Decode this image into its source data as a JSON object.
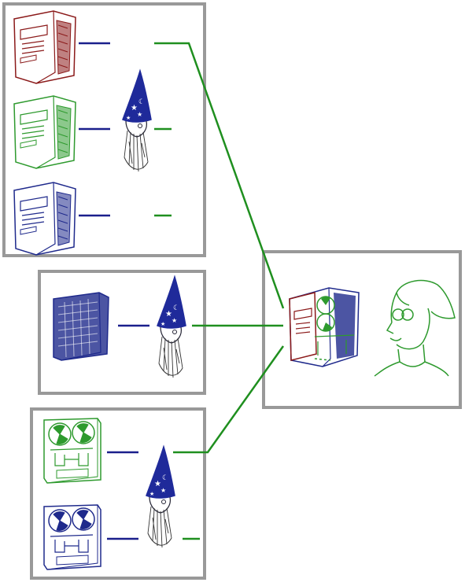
{
  "colors": {
    "frame": "#999999",
    "link_blue": "#1a1f8c",
    "link_green": "#1f8f1f",
    "red": "#8b1a1a",
    "green": "#2e9a2e",
    "blue": "#1f2a8c",
    "wizard_hat": "#1f2a9a",
    "star": "#ffffff"
  },
  "groups": [
    {
      "id": "top-group",
      "sources": [
        {
          "icon": "red-server-icon",
          "color": "red"
        },
        {
          "icon": "green-server-icon",
          "color": "green"
        },
        {
          "icon": "blue-server-icon",
          "color": "blue"
        }
      ],
      "adapter": "wizard-icon"
    },
    {
      "id": "middle-group",
      "sources": [
        {
          "icon": "blue-building-icon",
          "color": "blue"
        }
      ],
      "adapter": "wizard-icon"
    },
    {
      "id": "bottom-group",
      "sources": [
        {
          "icon": "green-tape-drive-icon",
          "color": "green"
        },
        {
          "icon": "blue-tape-drive-icon",
          "color": "blue"
        }
      ],
      "adapter": "wizard-icon"
    }
  ],
  "target": {
    "icons": [
      "integrated-machine-icon",
      "user-person-icon"
    ]
  }
}
